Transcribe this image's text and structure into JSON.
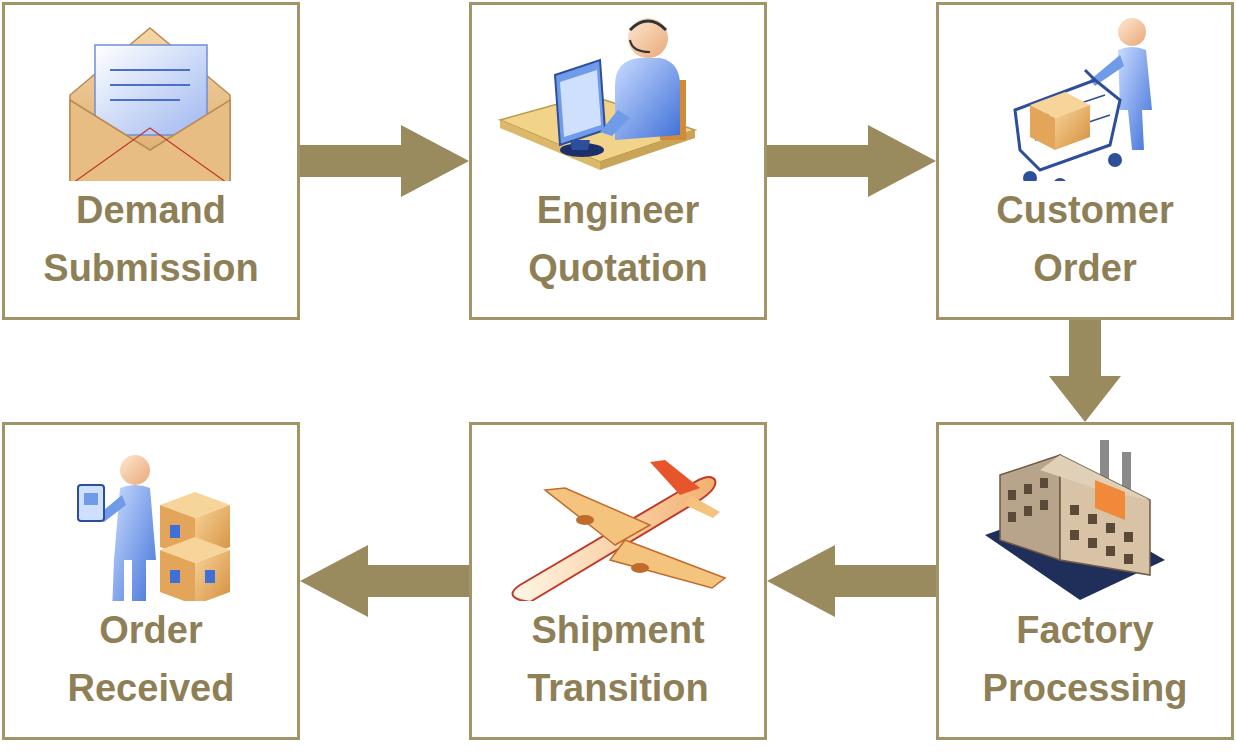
{
  "diagram": {
    "nodes": [
      {
        "text": [
          "Demand Submission"
        ]
      },
      {
        "text": [
          "Engineer Quotation"
        ]
      },
      {
        "text": [
          "Customer Order"
        ]
      },
      {
        "text": [
          "Order Received"
        ]
      },
      {
        "text": [
          "Shipment Transition"
        ]
      },
      {
        "text": [
          "Factory Processing"
        ]
      }
    ],
    "edges": [
      {
        "from": 0,
        "to": 1,
        "arrow": "to"
      },
      {
        "from": 1,
        "to": 2,
        "arrow": "to"
      },
      {
        "from": 2,
        "to": 5,
        "arrow": "to"
      },
      {
        "from": 5,
        "to": 4,
        "arrow": "to"
      },
      {
        "from": 4,
        "to": 3,
        "arrow": "to"
      }
    ]
  }
}
